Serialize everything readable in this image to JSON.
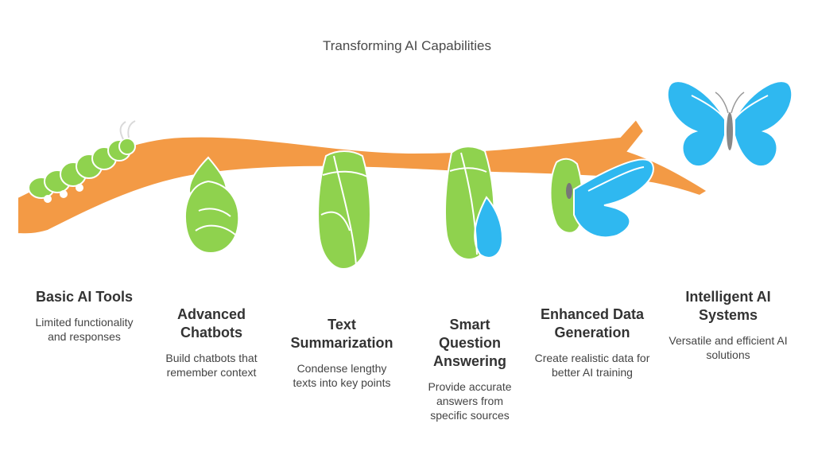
{
  "title": "Transforming AI Capabilities",
  "colors": {
    "branch": "#F39A45",
    "green": "#8FD24E",
    "blue": "#2FB8F0",
    "dark": "#333333"
  },
  "stages": [
    {
      "name": "Basic AI Tools",
      "desc": "Limited functionality and responses",
      "icon": "caterpillar-icon"
    },
    {
      "name": "Advanced Chatbots",
      "desc": "Build chatbots that remember context",
      "icon": "early-chrysalis-icon"
    },
    {
      "name": "Text Summarization",
      "desc": "Condense lengthy texts into key points",
      "icon": "chrysalis-icon"
    },
    {
      "name": "Smart Question Answering",
      "desc": "Provide accurate answers from specific sources",
      "icon": "chrysalis-with-wing-icon"
    },
    {
      "name": "Enhanced Data Generation",
      "desc": "Create realistic data for better AI training",
      "icon": "emerging-butterfly-icon"
    },
    {
      "name": "Intelligent AI Systems",
      "desc": "Versatile and efficient AI solutions",
      "icon": "butterfly-icon"
    }
  ]
}
